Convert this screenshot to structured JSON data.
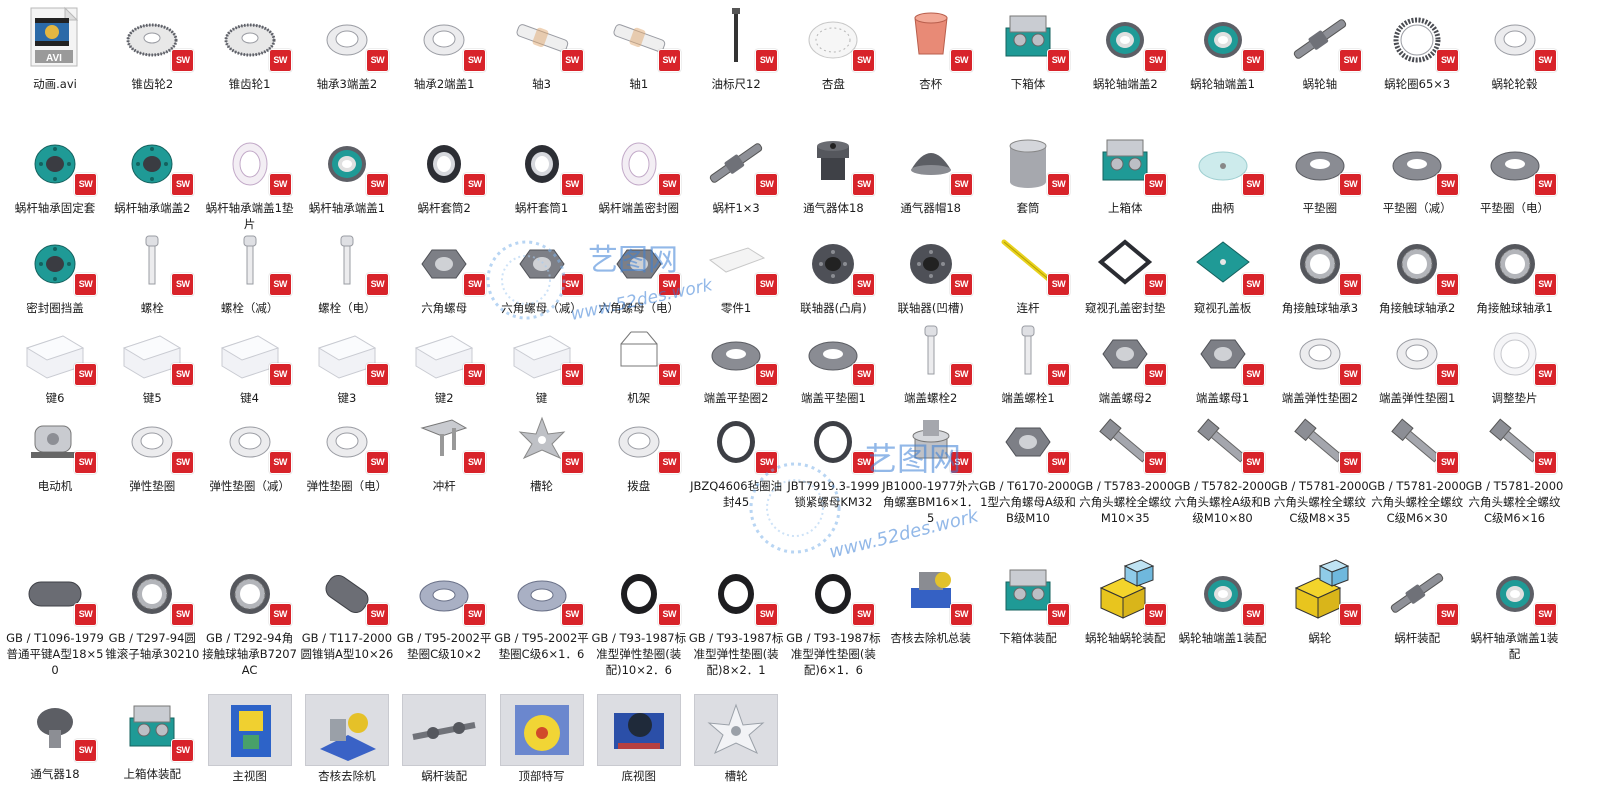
{
  "watermark": {
    "logo_text": "艺图网",
    "url_text": "www.52des.work",
    "url_text_2": "52des.work"
  },
  "items": [
    {
      "label": "动画.avi",
      "icon": "avi-file-icon",
      "kind": "avi",
      "badge": "AVI"
    },
    {
      "label": "锥齿轮2",
      "icon": "bevel-gear-icon",
      "kind": "gear"
    },
    {
      "label": "锥齿轮1",
      "icon": "bevel-gear-icon",
      "kind": "gear"
    },
    {
      "label": "轴承3端盖2",
      "icon": "bearing-cap-icon",
      "kind": "ring"
    },
    {
      "label": "轴承2端盖1",
      "icon": "bearing-cap-icon",
      "kind": "ring"
    },
    {
      "label": "轴3",
      "icon": "shaft-icon",
      "kind": "shaft"
    },
    {
      "label": "轴1",
      "icon": "shaft-icon",
      "kind": "shaft"
    },
    {
      "label": "油标尺12",
      "icon": "dipstick-icon",
      "kind": "rod"
    },
    {
      "label": "杏盘",
      "icon": "disc-icon",
      "kind": "disc"
    },
    {
      "label": "杏杯",
      "icon": "cup-icon",
      "kind": "cup"
    },
    {
      "label": "下箱体",
      "icon": "housing-icon",
      "kind": "housing"
    },
    {
      "label": "蜗轮轴端盖2",
      "icon": "end-cap-icon",
      "kind": "ringteal"
    },
    {
      "label": "蜗轮轴端盖1",
      "icon": "end-cap-icon",
      "kind": "ringteal"
    },
    {
      "label": "蜗轮轴",
      "icon": "worm-shaft-icon",
      "kind": "shaftdiag"
    },
    {
      "label": "蜗轮圈65×3",
      "icon": "gear-ring-icon",
      "kind": "gearring"
    },
    {
      "label": "蜗轮轮毂",
      "icon": "hub-icon",
      "kind": "ring"
    },
    {
      "label": "蜗杆轴承固定套",
      "icon": "flange-icon",
      "kind": "flange"
    },
    {
      "label": "蜗杆轴承端盖2",
      "icon": "flange-icon",
      "kind": "flange"
    },
    {
      "label": "蜗杆轴承端盖1垫片",
      "icon": "gasket-icon",
      "kind": "gasket"
    },
    {
      "label": "蜗杆轴承端盖1",
      "icon": "end-cap-icon",
      "kind": "ringteal"
    },
    {
      "label": "蜗杆套筒2",
      "icon": "sleeve-icon",
      "kind": "sleeve"
    },
    {
      "label": "蜗杆套筒1",
      "icon": "sleeve-icon",
      "kind": "sleeve"
    },
    {
      "label": "蜗杆端盖密封圈",
      "icon": "seal-ring-icon",
      "kind": "gasket"
    },
    {
      "label": "蜗杆1×3",
      "icon": "worm-icon",
      "kind": "shaftdiag"
    },
    {
      "label": "通气器体18",
      "icon": "vent-body-icon",
      "kind": "vent"
    },
    {
      "label": "通气器帽18",
      "icon": "vent-cap-icon",
      "kind": "dome"
    },
    {
      "label": "套筒",
      "icon": "sleeve-icon",
      "kind": "tube"
    },
    {
      "label": "上箱体",
      "icon": "housing-icon",
      "kind": "housing"
    },
    {
      "label": "曲柄",
      "icon": "crank-icon",
      "kind": "glass"
    },
    {
      "label": "平垫圈",
      "icon": "washer-icon",
      "kind": "washer"
    },
    {
      "label": "平垫圈（减）",
      "icon": "washer-icon",
      "kind": "washer"
    },
    {
      "label": "平垫圈（电）",
      "icon": "washer-icon",
      "kind": "washer"
    },
    {
      "label": "密封圈挡盖",
      "icon": "flange-icon",
      "kind": "flange"
    },
    {
      "label": "螺栓",
      "icon": "bolt-icon",
      "kind": "bolt"
    },
    {
      "label": "螺栓（减）",
      "icon": "bolt-icon",
      "kind": "bolt"
    },
    {
      "label": "螺栓（电）",
      "icon": "bolt-icon",
      "kind": "bolt"
    },
    {
      "label": "六角螺母",
      "icon": "hex-nut-icon",
      "kind": "nut"
    },
    {
      "label": "六角螺母（减）",
      "icon": "hex-nut-icon",
      "kind": "nut"
    },
    {
      "label": "六角螺母（电）",
      "icon": "hex-nut-icon",
      "kind": "nut"
    },
    {
      "label": "零件1",
      "icon": "part-icon",
      "kind": "plate"
    },
    {
      "label": "联轴器(凸肩)",
      "icon": "coupling-icon",
      "kind": "coupling"
    },
    {
      "label": "联轴器(凹槽)",
      "icon": "coupling-icon",
      "kind": "coupling"
    },
    {
      "label": "连杆",
      "icon": "link-rod-icon",
      "kind": "yellowrod"
    },
    {
      "label": "窥视孔盖密封垫",
      "icon": "gasket-square-icon",
      "kind": "squaregasket"
    },
    {
      "label": "窥视孔盖板",
      "icon": "cover-plate-icon",
      "kind": "tealplate"
    },
    {
      "label": "角接触球轴承3",
      "icon": "ball-bearing-icon",
      "kind": "bearing"
    },
    {
      "label": "角接触球轴承2",
      "icon": "ball-bearing-icon",
      "kind": "bearing"
    },
    {
      "label": "角接触球轴承1",
      "icon": "ball-bearing-icon",
      "kind": "bearing"
    },
    {
      "label": "键6",
      "icon": "key-icon",
      "kind": "key"
    },
    {
      "label": "键5",
      "icon": "key-icon",
      "kind": "key"
    },
    {
      "label": "键4",
      "icon": "key-icon",
      "kind": "key"
    },
    {
      "label": "键3",
      "icon": "key-icon",
      "kind": "key"
    },
    {
      "label": "键2",
      "icon": "key-icon",
      "kind": "key"
    },
    {
      "label": "键",
      "icon": "key-icon",
      "kind": "key"
    },
    {
      "label": "机架",
      "icon": "frame-icon",
      "kind": "frame"
    },
    {
      "label": "端盖平垫圈2",
      "icon": "washer-icon",
      "kind": "washer"
    },
    {
      "label": "端盖平垫圈1",
      "icon": "washer-icon",
      "kind": "washer"
    },
    {
      "label": "端盖螺栓2",
      "icon": "bolt-icon",
      "kind": "bolt"
    },
    {
      "label": "端盖螺栓1",
      "icon": "bolt-icon",
      "kind": "bolt"
    },
    {
      "label": "端盖螺母2",
      "icon": "hex-nut-icon",
      "kind": "nut"
    },
    {
      "label": "端盖螺母1",
      "icon": "hex-nut-icon",
      "kind": "nut"
    },
    {
      "label": "端盖弹性垫圈2",
      "icon": "spring-washer-icon",
      "kind": "ring"
    },
    {
      "label": "端盖弹性垫圈1",
      "icon": "spring-washer-icon",
      "kind": "ring"
    },
    {
      "label": "调整垫片",
      "icon": "shim-icon",
      "kind": "shim"
    },
    {
      "label": "电动机",
      "icon": "motor-icon",
      "kind": "motor"
    },
    {
      "label": "弹性垫圈",
      "icon": "spring-washer-icon",
      "kind": "ring"
    },
    {
      "label": "弹性垫圈（减）",
      "icon": "spring-washer-icon",
      "kind": "ring"
    },
    {
      "label": "弹性垫圈（电）",
      "icon": "spring-washer-icon",
      "kind": "ring"
    },
    {
      "label": "冲杆",
      "icon": "punch-icon",
      "kind": "punch"
    },
    {
      "label": "槽轮",
      "icon": "geneva-wheel-icon",
      "kind": "geneva"
    },
    {
      "label": "拨盘",
      "icon": "dial-icon",
      "kind": "ring"
    },
    {
      "label": "JBZQ4606毡圈油封45",
      "icon": "felt-seal-icon",
      "kind": "darkring"
    },
    {
      "label": "JBT7919.3-1999锁紧螺母KM32",
      "icon": "lock-nut-icon",
      "kind": "darkring"
    },
    {
      "label": "JB1000-1977外六角螺塞BM16×1．5",
      "icon": "plug-icon",
      "kind": "plug"
    },
    {
      "label": "GB / T6170-2000 1型六角螺母A级和B级M10",
      "icon": "hex-nut-icon",
      "kind": "nut"
    },
    {
      "label": "GB / T5783-2000六角头螺栓全螺纹M10×35",
      "icon": "hex-bolt-icon",
      "kind": "hexbolt"
    },
    {
      "label": "GB / T5782-2000六角头螺栓A级和B级M10×80",
      "icon": "hex-bolt-icon",
      "kind": "hexbolt"
    },
    {
      "label": "GB / T5781-2000六角头螺栓全螺纹C级M8×35",
      "icon": "hex-bolt-icon",
      "kind": "hexbolt"
    },
    {
      "label": "GB / T5781-2000六角头螺栓全螺纹C级M6×30",
      "icon": "hex-bolt-icon",
      "kind": "hexbolt"
    },
    {
      "label": "GB / T5781-2000六角头螺栓全螺纹C级M6×16",
      "icon": "hex-bolt-icon",
      "kind": "hexbolt"
    },
    {
      "label": "GB / T1096-1979普通平键A型18×50",
      "icon": "flat-key-icon",
      "kind": "capsule"
    },
    {
      "label": "GB / T297-94圆锥滚子轴承30210",
      "icon": "roller-bearing-icon",
      "kind": "bearing"
    },
    {
      "label": "GB / T292-94角接触球轴承B7207AC",
      "icon": "ball-bearing-icon",
      "kind": "bearing"
    },
    {
      "label": "GB / T117-2000圆锥销A型10×26",
      "icon": "taper-pin-icon",
      "kind": "cylinder"
    },
    {
      "label": "GB / T95-2002平垫圈C级10×2",
      "icon": "washer-icon",
      "kind": "washerblue"
    },
    {
      "label": "GB / T95-2002平垫圈C级6×1．6",
      "icon": "washer-icon",
      "kind": "washerblue"
    },
    {
      "label": "GB / T93-1987标准型弹性垫圈(装配)10×2．6",
      "icon": "spring-washer-icon",
      "kind": "blackring"
    },
    {
      "label": "GB / T93-1987标准型弹性垫圈(装配)8×2．1",
      "icon": "spring-washer-icon",
      "kind": "blackring"
    },
    {
      "label": "GB / T93-1987标准型弹性垫圈(装配)6×1．6",
      "icon": "spring-washer-icon",
      "kind": "blackring"
    },
    {
      "label": "杏核去除机总装",
      "icon": "assembly-icon",
      "kind": "assembly"
    },
    {
      "label": "下箱体装配",
      "icon": "housing-icon",
      "kind": "housing"
    },
    {
      "label": "蜗轮轴蜗轮装配",
      "icon": "assembly-file-icon",
      "kind": "asmfile"
    },
    {
      "label": "蜗轮轴端盖1装配",
      "icon": "end-cap-icon",
      "kind": "ringteal"
    },
    {
      "label": "蜗轮",
      "icon": "assembly-file-icon",
      "kind": "asmfile"
    },
    {
      "label": "蜗杆装配",
      "icon": "worm-icon",
      "kind": "shaftdiag"
    },
    {
      "label": "蜗杆轴承端盖1装配",
      "icon": "end-cap-icon",
      "kind": "ringteal"
    },
    {
      "label": "通气器18",
      "icon": "vent-icon",
      "kind": "mushroom"
    },
    {
      "label": "上箱体装配",
      "icon": "housing-icon",
      "kind": "housing"
    },
    {
      "label": "主视图",
      "icon": "image-thumbnail-icon",
      "kind": "img1"
    },
    {
      "label": "杏核去除机",
      "icon": "image-thumbnail-icon",
      "kind": "img2"
    },
    {
      "label": "蜗杆装配",
      "icon": "image-thumbnail-icon",
      "kind": "img3"
    },
    {
      "label": "顶部特写",
      "icon": "image-thumbnail-icon",
      "kind": "img4"
    },
    {
      "label": "底视图",
      "icon": "image-thumbnail-icon",
      "kind": "img5"
    },
    {
      "label": "槽轮",
      "icon": "image-thumbnail-icon",
      "kind": "img6"
    }
  ],
  "colors": {
    "sw_badge": "#d8232a",
    "teal": "#1f9a96",
    "part_grey": "#9a9ca3",
    "watermark": "#3a7fd6"
  }
}
